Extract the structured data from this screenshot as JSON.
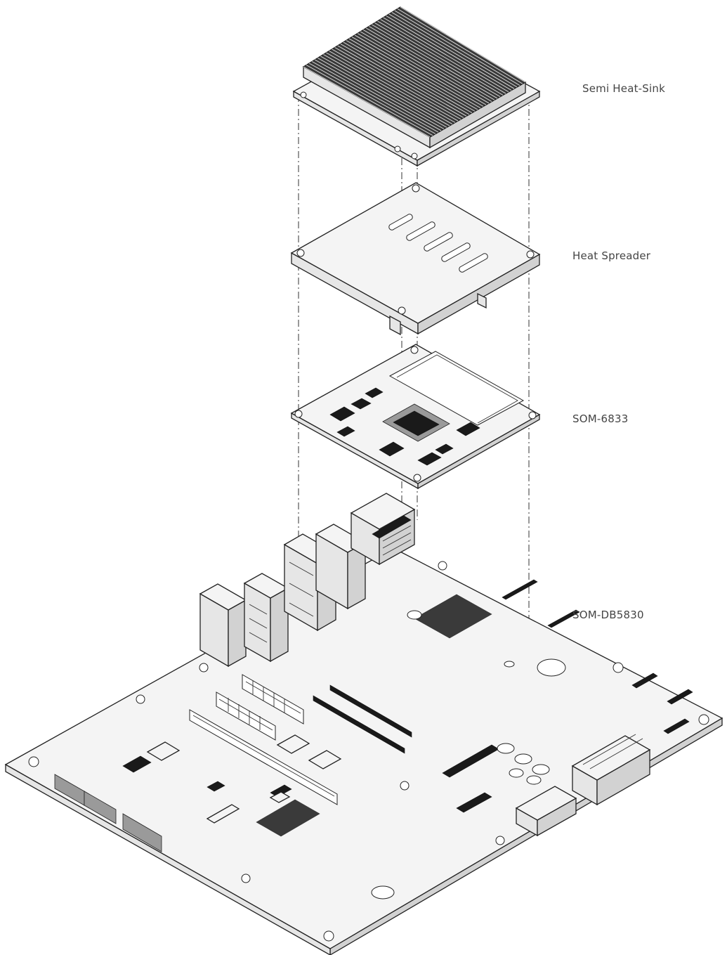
{
  "components": [
    {
      "id": "heatsink",
      "label": "Semi Heat-Sink"
    },
    {
      "id": "spreader",
      "label": "Heat Spreader"
    },
    {
      "id": "som",
      "label": "SOM-6833"
    },
    {
      "id": "carrier",
      "label": "SOM-DB5830"
    }
  ]
}
